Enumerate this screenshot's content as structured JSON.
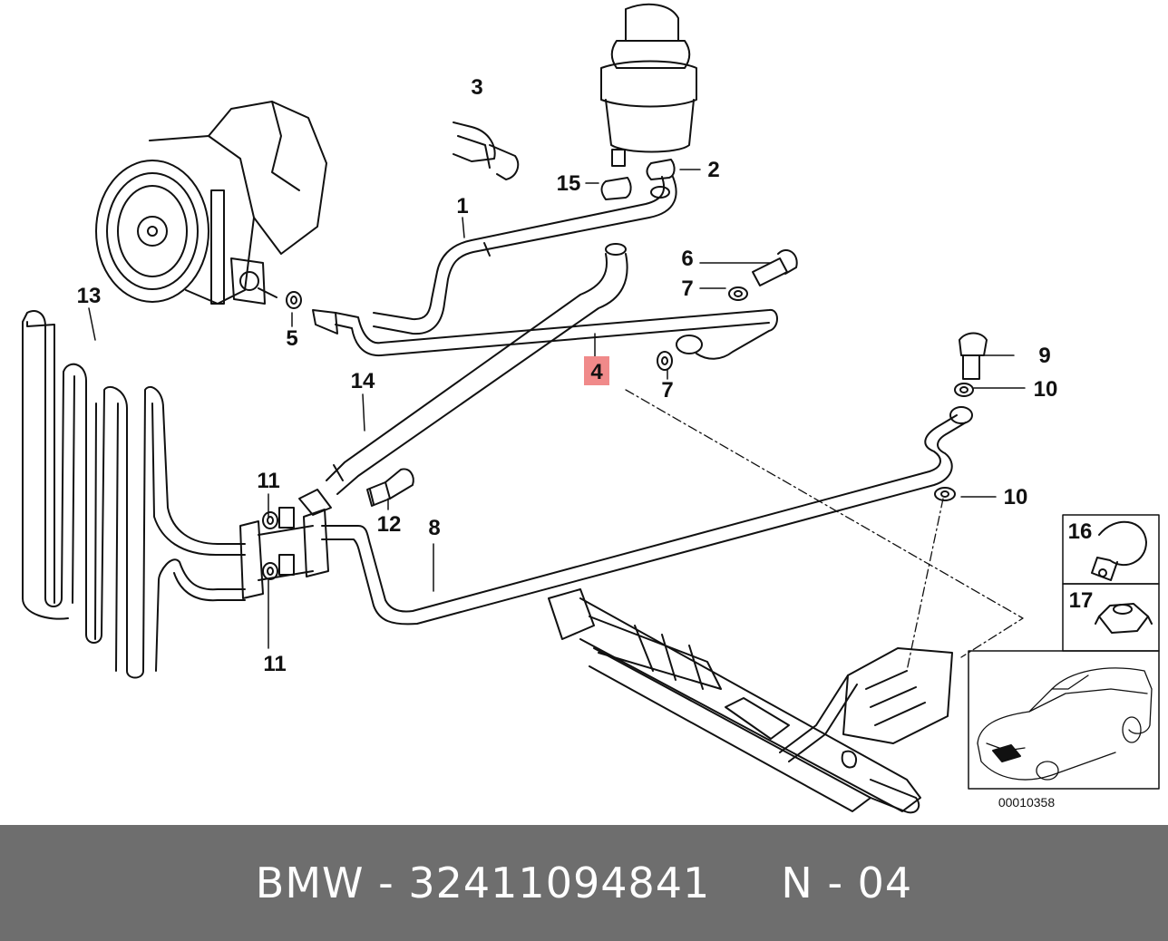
{
  "diagram": {
    "callouts": {
      "c1": "1",
      "c2": "2",
      "c3": "3",
      "c4": "4",
      "c5": "5",
      "c6": "6",
      "c7a": "7",
      "c7b": "7",
      "c8": "8",
      "c9": "9",
      "c10a": "10",
      "c10b": "10",
      "c11a": "11",
      "c11b": "11",
      "c12": "12",
      "c13": "13",
      "c14": "14",
      "c15": "15",
      "c16": "16",
      "c17": "17"
    },
    "highlight_color": "#f08a8a",
    "drawing_code": "00010358"
  },
  "footer": {
    "text": "BMW - 32411094841     N - 04"
  }
}
